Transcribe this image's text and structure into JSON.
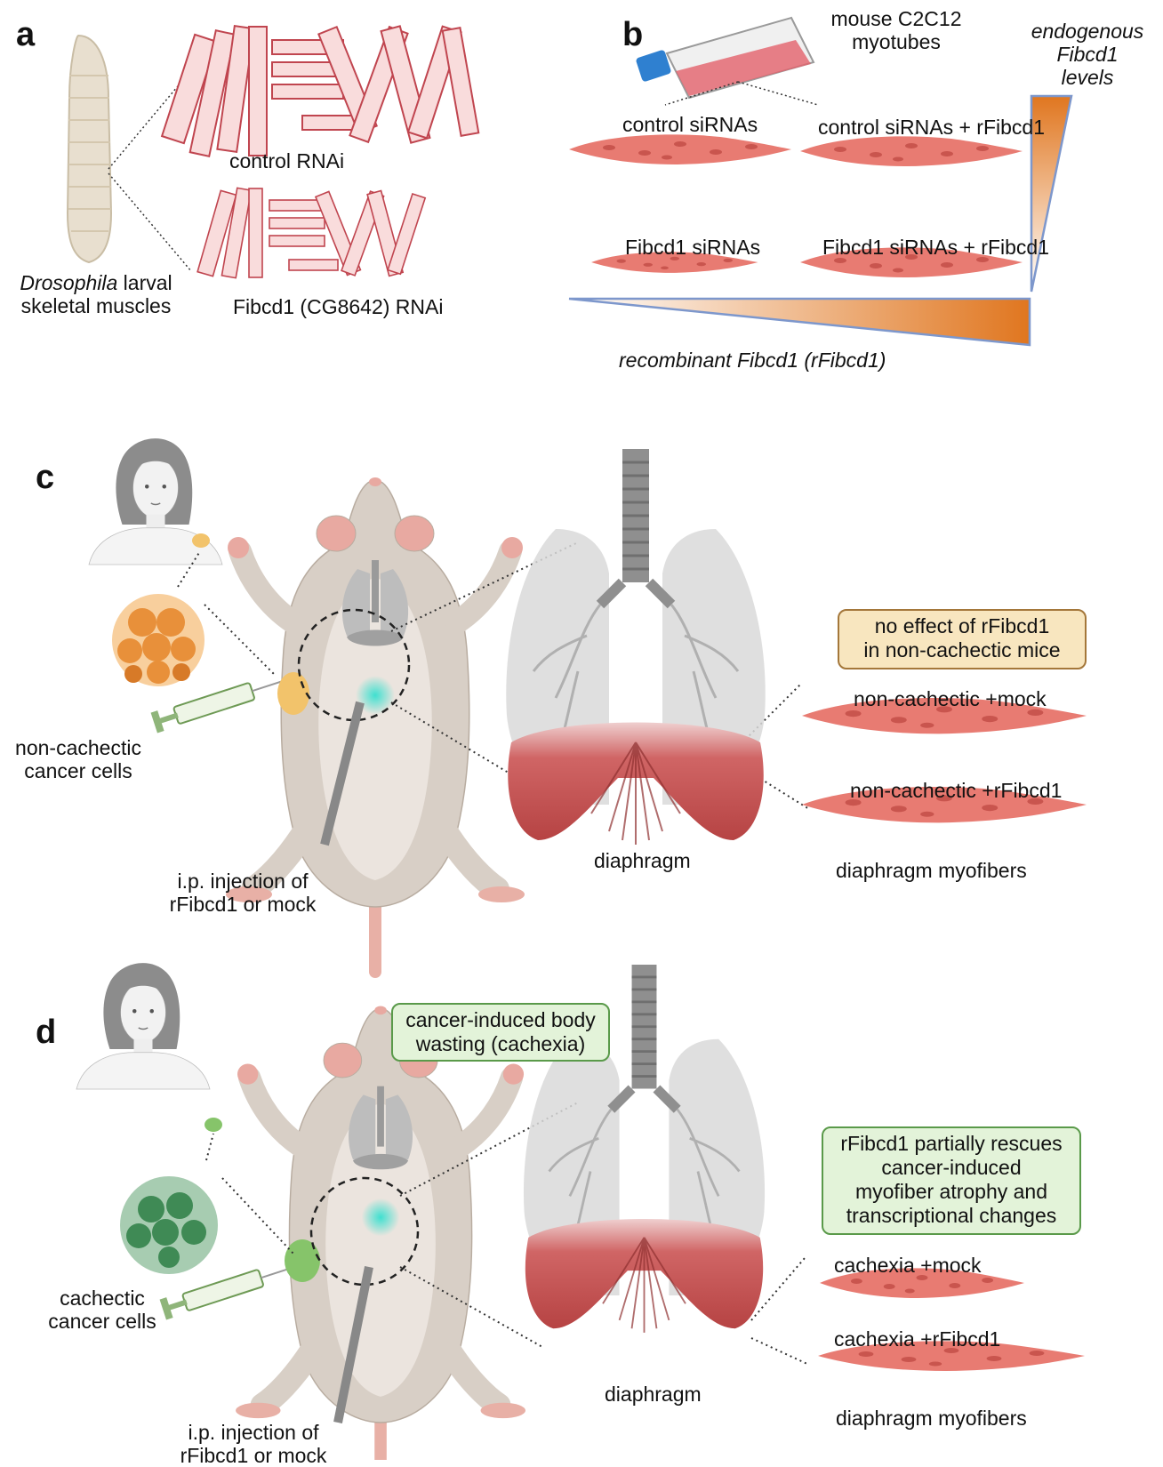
{
  "panels": {
    "a": "a",
    "b": "b",
    "c": "c",
    "d": "d"
  },
  "panel_a": {
    "larva_label_italic": "Drosophila",
    "larva_label_rest": " larval",
    "larva_label_line2": "skeletal muscles",
    "control_label": "control RNAi",
    "knockdown_label": "Fibcd1 (CG8642) RNAi"
  },
  "panel_b": {
    "flask_label_line1": "mouse C2C12",
    "flask_label_line2": "myotubes",
    "endogenous_line1": "endogenous",
    "endogenous_line2": "Fibcd1",
    "endogenous_line3": "levels",
    "cond_control": "control siRNAs",
    "cond_control_r": "control siRNAs + rFibcd1",
    "cond_fibcd1": "Fibcd1 siRNAs",
    "cond_fibcd1_r": "Fibcd1 siRNAs + rFibcd1",
    "recombinant_label": "recombinant Fibcd1 (rFibcd1)"
  },
  "panel_c": {
    "cells_line1": "non-cachectic",
    "cells_line2": "cancer cells",
    "injection_line1": "i.p. injection of",
    "injection_line2": "rFibcd1 or mock",
    "diaphragm": "diaphragm",
    "box_line1": "no effect of rFibcd1",
    "box_line2": "in non-cachectic mice",
    "fiber1": "non-cachectic +mock",
    "fiber2": "non-cachectic +rFibcd1",
    "myofibers": "diaphragm myofibers"
  },
  "panel_d": {
    "wasting_line1": "cancer-induced body",
    "wasting_line2": "wasting (cachexia)",
    "cells_line1": "cachectic",
    "cells_line2": "cancer cells",
    "injection_line1": "i.p. injection of",
    "injection_line2": "rFibcd1 or mock",
    "diaphragm": "diaphragm",
    "box_line1": "rFibcd1 partially rescues",
    "box_line2": "cancer-induced",
    "box_line3": "myofiber atrophy and",
    "box_line4": "transcriptional changes",
    "fiber1": "cachexia +mock",
    "fiber2": "cachexia +rFibcd1",
    "myofibers": "diaphragm myofibers"
  },
  "colors": {
    "muscle_fill": "#f9dcdc",
    "muscle_stroke": "#c0454f",
    "myotube": "#e87b72",
    "orange_gradient": "#e0761f",
    "gradient_stroke": "#7d97cc",
    "diaphragm_red": "#c84b4b",
    "non_cachectic_cells": "#f2a84d",
    "cachectic_cells": "#4f9a63",
    "mouse_fur": "#d8cfc6",
    "lung_gray": "#d9d9d9"
  }
}
